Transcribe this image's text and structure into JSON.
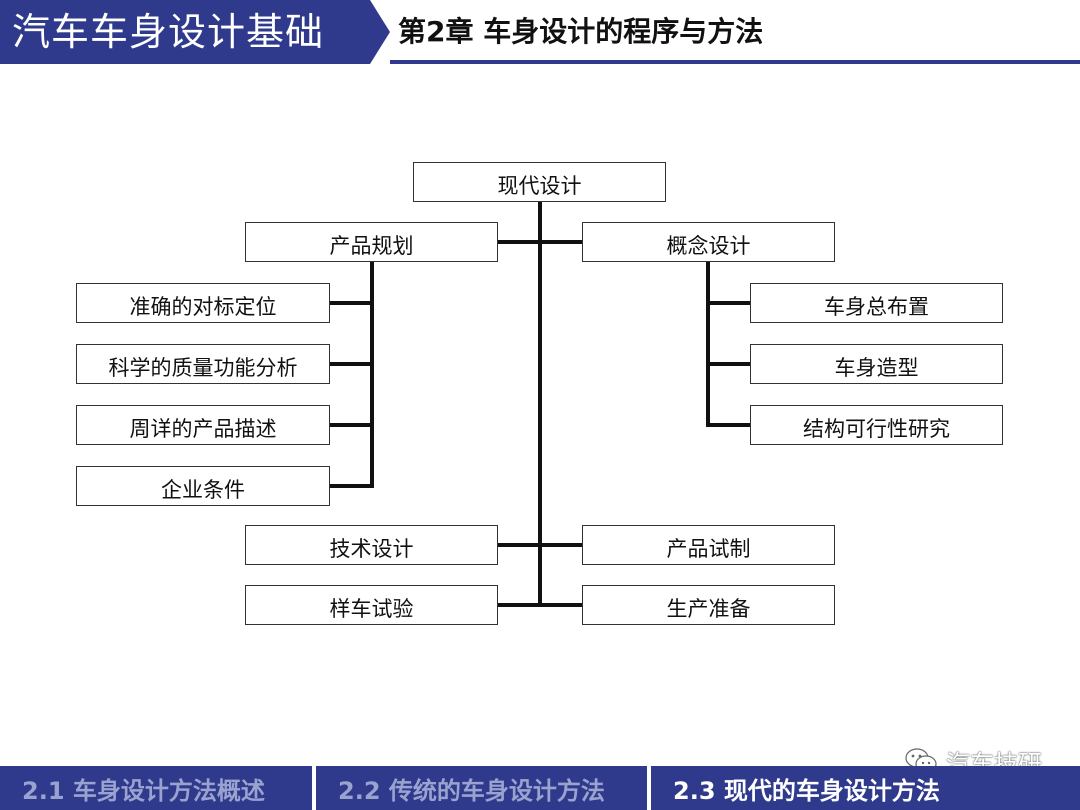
{
  "header": {
    "course_title": "汽车车身设计基础",
    "chapter_title": "第2章  车身设计的程序与方法"
  },
  "diagram": {
    "root": "现代设计",
    "product_planning": {
      "label": "产品规划",
      "children": [
        "准确的对标定位",
        "科学的质量功能分析",
        "周详的产品描述",
        "企业条件"
      ]
    },
    "concept_design": {
      "label": "概念设计",
      "children": [
        "车身总布置",
        "车身造型",
        "结构可行性研究"
      ]
    },
    "lower_left": [
      "技术设计",
      "样车试验"
    ],
    "lower_right": [
      "产品试制",
      "生产准备"
    ]
  },
  "watermark": {
    "text": "汽车技研",
    "icon": "wechat-icon"
  },
  "footer": {
    "tabs": [
      {
        "label": "2.1  车身设计方法概述",
        "active": false
      },
      {
        "label": "2.2  传统的车身设计方法",
        "active": false
      },
      {
        "label": "2.3  现代的车身设计方法",
        "active": true
      }
    ]
  },
  "colors": {
    "brand": "#2f3a8c",
    "inactive_tab_text": "#9aa2cf",
    "line": "#111111"
  }
}
